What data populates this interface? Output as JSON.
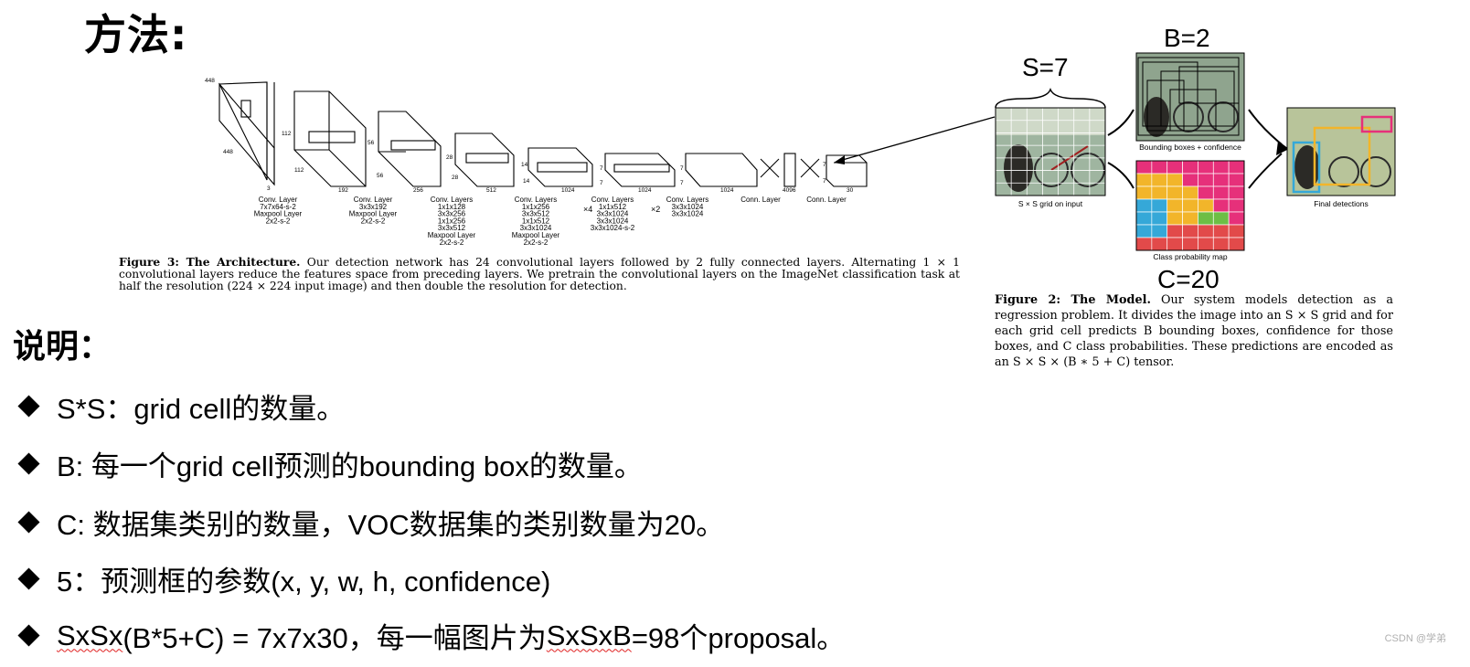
{
  "title": "方法:",
  "section_label": "说明：",
  "architecture": {
    "input_dims": [
      "448",
      "448",
      "3"
    ],
    "blocks": [
      {
        "dims": [
          "112",
          "112",
          "192"
        ],
        "label": "Conv. Layer\n7x7x64-s-2\nMaxpool Layer\n2x2-s-2"
      },
      {
        "dims": [
          "56",
          "56",
          "256"
        ],
        "label": "Conv. Layer\n3x3x192\nMaxpool Layer\n2x2-s-2"
      },
      {
        "dims": [
          "28",
          "28",
          "512"
        ],
        "label": "Conv. Layers\n1x1x128\n3x3x256\n1x1x256\n3x3x512\nMaxpool Layer\n2x2-s-2"
      },
      {
        "dims": [
          "14",
          "14",
          "1024"
        ],
        "label": "Conv. Layers\n1x1x256\n3x3x512\n1x1x512\n3x3x1024\nMaxpool Layer\n2x2-s-2"
      },
      {
        "dims": [
          "7",
          "7",
          "1024"
        ],
        "label": "Conv. Layers\n1x1x512\n3x3x1024\n3x3x1024\n3x3x1024-s-2"
      },
      {
        "dims": [
          "7",
          "7",
          "1024"
        ],
        "label": "Conv. Layers\n3x3x1024\n3x3x1024"
      }
    ],
    "repeat_x4": "×4",
    "repeat_x2": "×2",
    "fc1_value": "4096",
    "fc1_label": "Conn. Layer",
    "fc2_label": "Conn. Layer",
    "output_dims": [
      "7",
      "7",
      "30"
    ],
    "caption_bold": "Figure 3: The Architecture.",
    "caption_text": "Our detection network has 24 convolutional layers followed by 2 fully connected layers. Alternating 1 × 1 convolutional layers reduce the features space from preceding layers. We pretrain the convolutional layers on the ImageNet classification task at half the resolution (224 × 224 input image) and then double the resolution for detection."
  },
  "model": {
    "s_label": "S=7",
    "b_label": "B=2",
    "c_label": "C=20",
    "grid_caption": "S × S grid on input",
    "bbox_caption": "Bounding boxes + confidence",
    "class_caption": "Class probability map",
    "final_caption": "Final detections",
    "caption_bold": "Figure 2: The Model.",
    "caption_text": "Our system models detection as a regression problem. It divides the image into an S × S grid and for each grid cell predicts B bounding boxes, confidence for those boxes, and C class probabilities. These predictions are encoded as an S × S × (B ∗ 5 + C) tensor.",
    "class_colors": [
      "#e6307a",
      "#f2b52a",
      "#35a8d8",
      "#6dbe45",
      "#e24a4a"
    ]
  },
  "bullets": [
    {
      "text": "S*S：grid cell的数量。"
    },
    {
      "text": "B: 每一个grid cell预测的bounding box的数量。"
    },
    {
      "text": "C: 数据集类别的数量，VOC数据集的类别数量为20。"
    },
    {
      "text": "5：预测框的参数(x, y, w, h, confidence)"
    },
    {
      "text_pre": "",
      "text_sq1": "SxSx",
      "text_mid": "(B*5+C)  = 7x7x30，每一幅图片为",
      "text_sq2": "SxSxB",
      "text_post": "=98个proposal。"
    }
  ],
  "watermark": "CSDN @学弟"
}
